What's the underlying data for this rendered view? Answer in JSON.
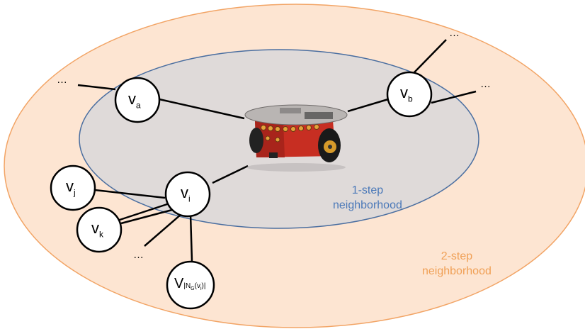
{
  "regions": {
    "one_step": {
      "line1": "1-step",
      "line2": "neighborhood",
      "color": "#4a78b8"
    },
    "two_step": {
      "line1": "2-step",
      "line2": "neighborhood",
      "color": "#f0a056"
    }
  },
  "colors": {
    "outer_fill": "#fde5d2",
    "outer_stroke": "#f2a465",
    "inner_fill": "#dfdad9",
    "inner_stroke": "#4a6ea0"
  },
  "nodes": {
    "va": {
      "base": "v",
      "sub": "a"
    },
    "vb": {
      "base": "v",
      "sub": "b"
    },
    "vi": {
      "base": "v",
      "sub": "i"
    },
    "vj": {
      "base": "v",
      "sub": "j"
    },
    "vk": {
      "base": "v",
      "sub": "k"
    },
    "vn": {
      "base": "V",
      "sub": "|N",
      "subsub": "G",
      "sub2": "(v",
      "subsub2": "i",
      "sub3": ")|"
    }
  },
  "ellipsis": "…",
  "robot": {
    "icon": "robot-icon"
  }
}
